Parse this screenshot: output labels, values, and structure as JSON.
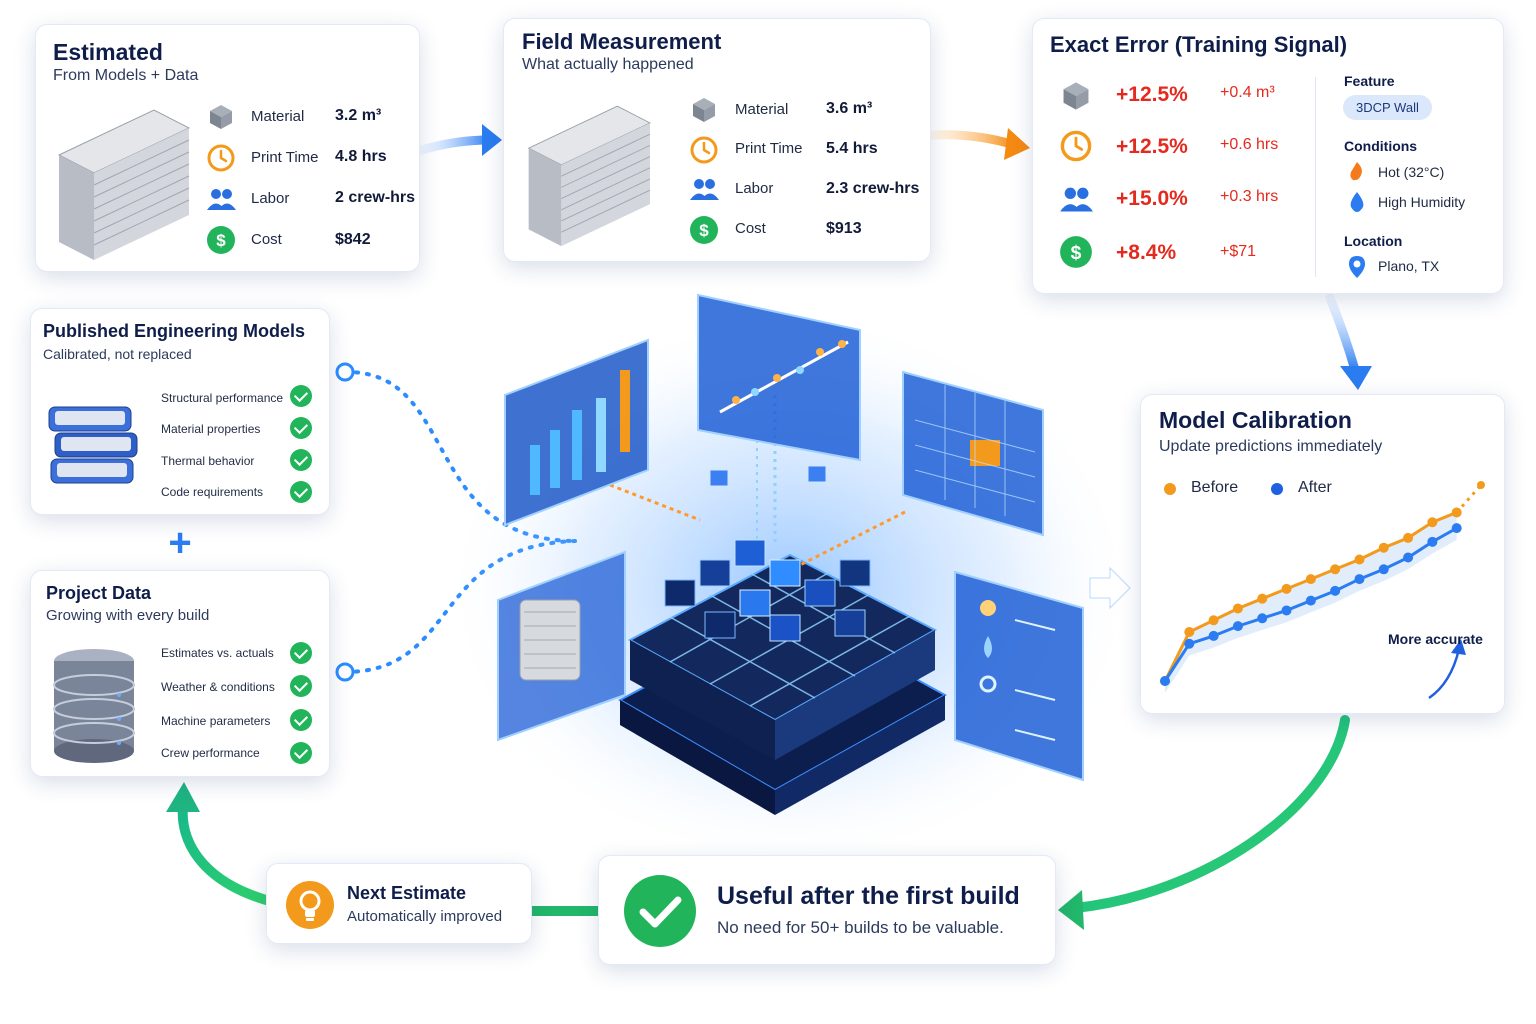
{
  "estimated": {
    "title": "Estimated",
    "subtitle": "From Models + Data",
    "rows": [
      {
        "icon": "material-cubes-icon",
        "label": "Material",
        "value": "3.2 m³"
      },
      {
        "icon": "clock-icon",
        "label": "Print Time",
        "value": "4.8 hrs"
      },
      {
        "icon": "crew-people-icon",
        "label": "Labor",
        "value": "2 crew-hrs"
      },
      {
        "icon": "dollar-icon",
        "label": "Cost",
        "value": "$842"
      }
    ]
  },
  "field": {
    "title": "Field Measurement",
    "subtitle": "What actually happened",
    "rows": [
      {
        "icon": "material-cubes-icon",
        "label": "Material",
        "value": "3.6 m³"
      },
      {
        "icon": "clock-icon",
        "label": "Print Time",
        "value": "5.4 hrs"
      },
      {
        "icon": "crew-people-icon",
        "label": "Labor",
        "value": "2.3 crew-hrs"
      },
      {
        "icon": "dollar-icon",
        "label": "Cost",
        "value": "$913"
      }
    ]
  },
  "error": {
    "title": "Exact Error (Training Signal)",
    "rows": [
      {
        "icon": "material-cubes-icon",
        "pct": "+12.5%",
        "abs": "+0.4 m³"
      },
      {
        "icon": "clock-icon",
        "pct": "+12.5%",
        "abs": "+0.6 hrs"
      },
      {
        "icon": "crew-people-icon",
        "pct": "+15.0%",
        "abs": "+0.3 hrs"
      },
      {
        "icon": "dollar-icon",
        "pct": "+8.4%",
        "abs": "+$71"
      }
    ],
    "feature_label": "Feature",
    "feature_value": "3DCP Wall",
    "conditions_label": "Conditions",
    "conditions": [
      "Hot (32°C)",
      "High Humidity"
    ],
    "location_label": "Location",
    "location_value": "Plano, TX"
  },
  "published": {
    "title": "Published Engineering Models",
    "subtitle": "Calibrated, not replaced",
    "items": [
      "Structural performance",
      "Material properties",
      "Thermal behavior",
      "Code requirements"
    ]
  },
  "plus_symbol": "+",
  "project": {
    "title": "Project Data",
    "subtitle": "Growing with every build",
    "items": [
      "Estimates vs. actuals",
      "Weather & conditions",
      "Machine parameters",
      "Crew performance"
    ]
  },
  "calibration": {
    "title": "Model Calibration",
    "subtitle": "Update predictions immediately",
    "legend_before": "Before",
    "legend_after": "After",
    "annotation": "More accurate"
  },
  "next": {
    "title": "Next Estimate",
    "subtitle": "Automatically improved"
  },
  "useful": {
    "title": "Useful after the first build",
    "subtitle": "No need for 50+ builds to be valuable."
  },
  "colors": {
    "blue": "#2a7cf0",
    "orange": "#f39a1c",
    "green": "#22b45a",
    "red": "#e42a1e",
    "navy": "#0f1d4a"
  },
  "chart_data": {
    "type": "line",
    "x": [
      1,
      2,
      3,
      4,
      5,
      6,
      7,
      8,
      9,
      10,
      11,
      12,
      13
    ],
    "series": [
      {
        "name": "Before",
        "values": [
          0.0,
          0.25,
          0.31,
          0.37,
          0.42,
          0.47,
          0.52,
          0.57,
          0.62,
          0.68,
          0.73,
          0.81,
          0.86
        ]
      },
      {
        "name": "After",
        "values": [
          0.0,
          0.19,
          0.23,
          0.28,
          0.32,
          0.36,
          0.41,
          0.46,
          0.52,
          0.57,
          0.63,
          0.71,
          0.78
        ]
      }
    ],
    "projection_end": {
      "Before": 1.0
    },
    "ylim": [
      0,
      1
    ],
    "grid": false,
    "legend": "top-left"
  }
}
